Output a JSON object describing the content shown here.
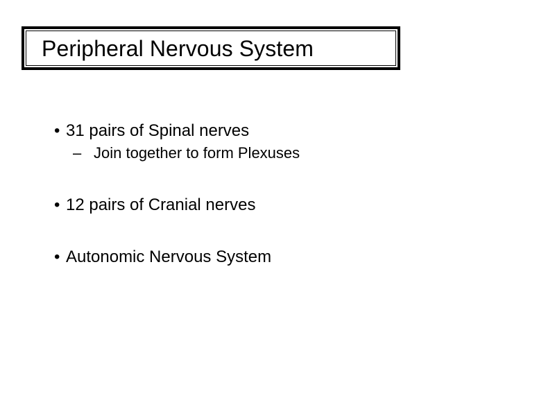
{
  "slide": {
    "background_color": "#ffffff",
    "text_color": "#000000",
    "title": {
      "text": "Peripheral Nervous System",
      "border_color": "#000000"
    },
    "bullets": [
      {
        "level": 1,
        "marker": "•",
        "text": "31 pairs of Spinal nerves"
      },
      {
        "level": 2,
        "marker": "–",
        "text": "Join together to form Plexuses"
      },
      {
        "level": 1,
        "marker": "•",
        "text": "12 pairs of Cranial nerves"
      },
      {
        "level": 1,
        "marker": "•",
        "text": "Autonomic Nervous System"
      }
    ]
  }
}
